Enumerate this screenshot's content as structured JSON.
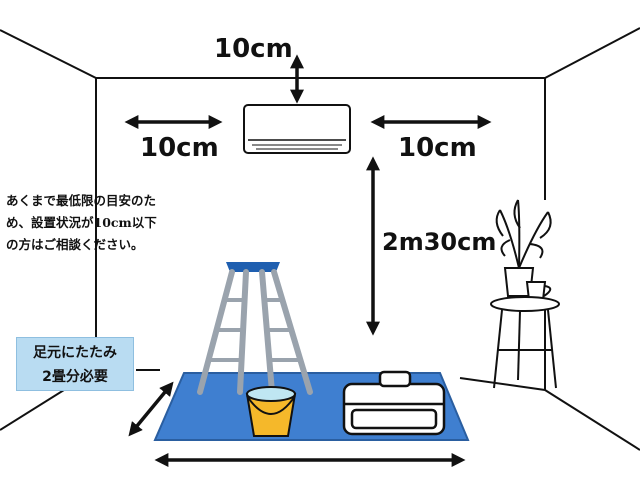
{
  "dimensions": {
    "top_clearance": "10cm",
    "left_clearance": "10cm",
    "right_clearance": "10cm",
    "mount_height": "2m30cm"
  },
  "note": {
    "lines": [
      "あくまで最低限の目安のた",
      "め、設置状況が10cm以下",
      "の方はご相談ください。"
    ]
  },
  "floor_badge": {
    "lines": [
      "足元にたたみ",
      "2畳分必要"
    ]
  },
  "colors": {
    "mat": "#3f7fd0",
    "ladder": "#1f5fb0",
    "bucket": "#f5b82a",
    "badge_bg": "#b9dcf2",
    "line": "#111111"
  }
}
